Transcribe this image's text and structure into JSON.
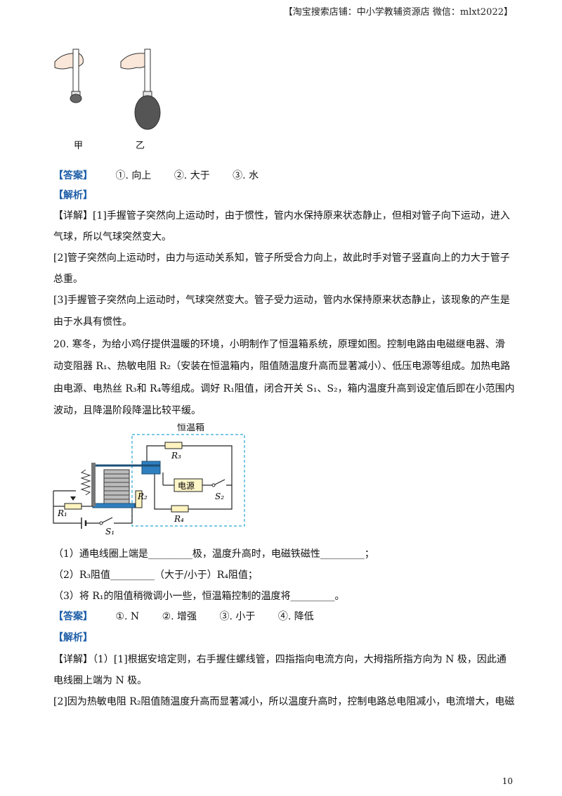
{
  "header": "【淘宝搜索店铺：中小学教辅资源店  微信：mlxt2022】",
  "fig1": {
    "label_a": "甲",
    "label_b": "乙"
  },
  "q19": {
    "answer_tag": "【答案】",
    "answers": [
      "①. 向上",
      "②. 大于",
      "③. 水"
    ],
    "analysis_tag": "【解析】",
    "detail_1a": "【详解】[1]手握管子突然向上运动时，由于惯性，管内水保持原来状态静止，但相对管子向下运动，进入",
    "detail_1b": "气球，所以气球突然变大。",
    "detail_2a": "[2]管子突然向上运动时，由力与运动关系知，管子所受合力向上，故此时手对管子竖直向上的力大于管子",
    "detail_2b": "总重。",
    "detail_3a": "[3]手握管子突然向上运动时，气球突然变大。管子受力运动，管内水保持原来状态静止，该现象的产生是",
    "detail_3b": "由于水具有惯性。"
  },
  "q20": {
    "stem_1": "20. 寒冬，为给小鸡仔提供温暖的环境，小明制作了恒温箱系统，原理如图。控制电路由电磁继电器、滑",
    "stem_2": "动变阻器 R₁、热敏电阻 R₂（安装在恒温箱内，阻值随温度升高而显著减小）、低压电源等组成。加热电路",
    "stem_3": "由电源、电热丝 R₃和 R₄等组成。调好 R₁阻值，闭合开关 S₁、S₂，箱内温度升高到设定值后即在小范围内",
    "stem_4": "波动，且降温阶段降温比较平缓。",
    "diagram": {
      "box_title": "恒温箱",
      "power_label": "电源",
      "r1": "R₁",
      "r2": "R₂",
      "r3": "R₃",
      "r4": "R₄",
      "s1": "S₁",
      "s2": "S₂"
    },
    "sub_1": "（1）通电线圈上端是_________极，温度升高时，电磁铁磁性_________；",
    "sub_2": "（2）R₃阻值_________（大于/小于）R₄阻值；",
    "sub_3": "（3）将 R₁的阻值稍微调小一些，恒温箱控制的温度将_________。",
    "answer_tag": "【答案】",
    "answers": [
      "①. N",
      "②. 增强",
      "③. 小于",
      "④. 降低"
    ],
    "analysis_tag": "【解析】",
    "detail_1a": "【详解】（1）[1]根据安培定则，右手握住螺线管，四指指向电流方向，大拇指所指方向为 N 极，因此通",
    "detail_1b": "电线圈上端为 N 极。",
    "detail_2a": "[2]因为热敏电阻 R₂阻值随温度升高而显著减小，所以温度升高时，控制电路总电阻减小，电流增大，电磁"
  },
  "page_number": "10"
}
